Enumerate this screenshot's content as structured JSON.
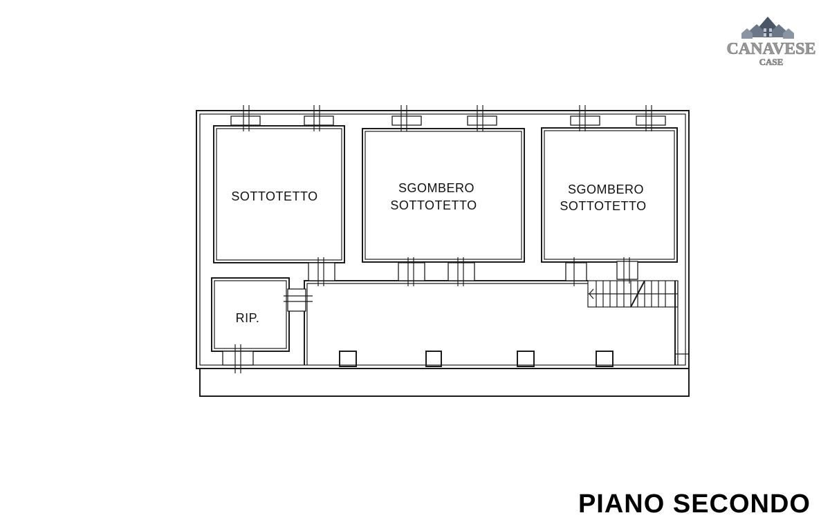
{
  "plan": {
    "rooms": [
      {
        "id": "sottotetto",
        "lines": [
          "SOTTOTETTO"
        ]
      },
      {
        "id": "sgombero-1",
        "lines": [
          "SGOMBERO",
          "SOTTOTETTO"
        ]
      },
      {
        "id": "sgombero-2",
        "lines": [
          "SGOMBERO",
          "SOTTOTETTO"
        ]
      },
      {
        "id": "rip",
        "lines": [
          "RIP."
        ]
      }
    ]
  },
  "floor_title": "PIANO SECONDO",
  "logo": {
    "main": "CANAVESE",
    "sub": "CASE"
  },
  "colors": {
    "ink": "#1a1a1a",
    "logo": "#9a9a9a"
  }
}
